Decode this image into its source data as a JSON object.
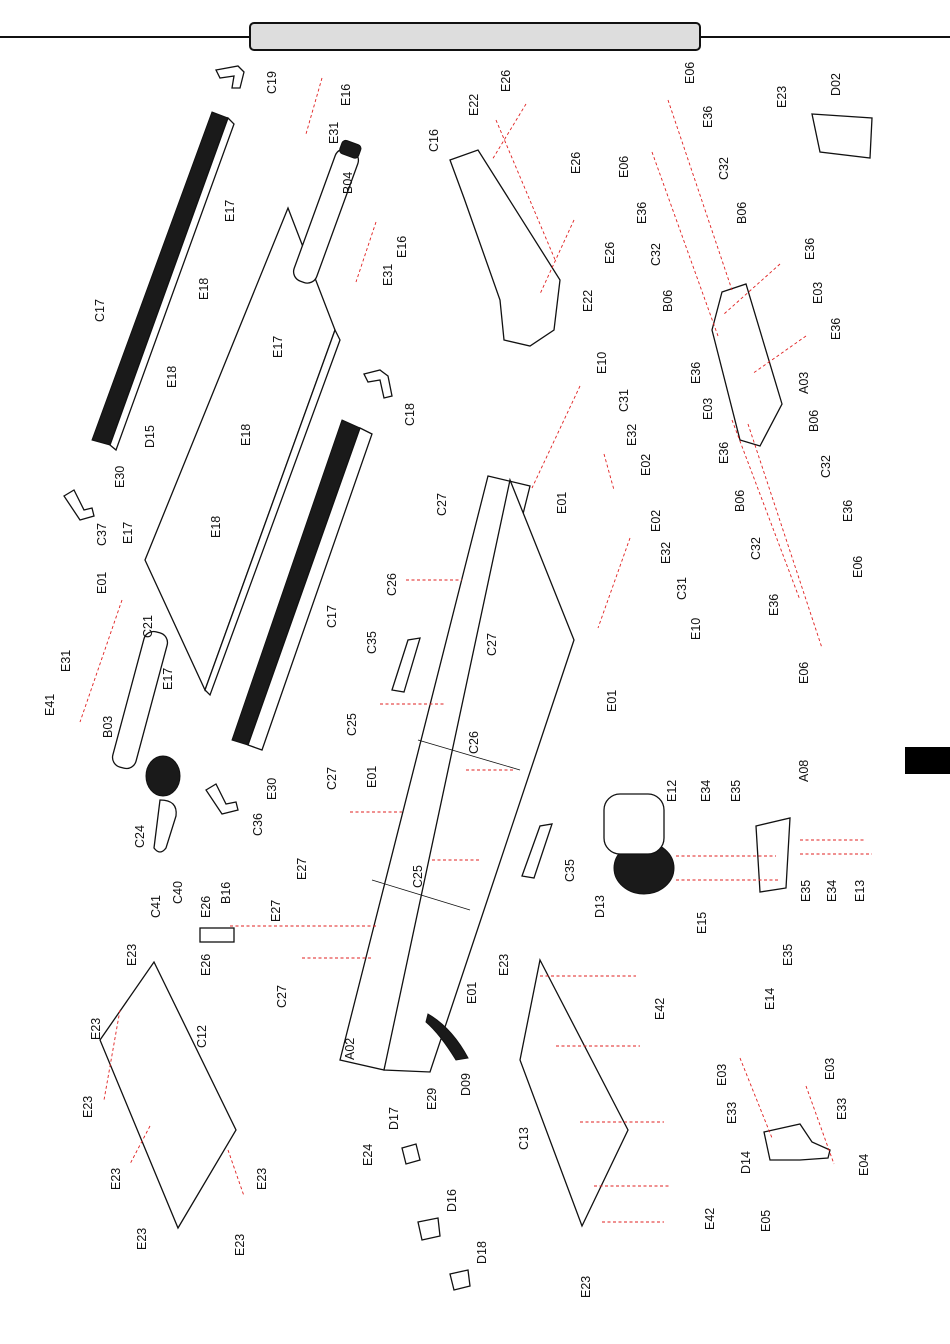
{
  "header": {
    "title": ""
  },
  "diagram": {
    "type": "exploded-parts-view"
  },
  "labels": {
    "C19": "C19",
    "E16a": "E16",
    "E31a": "E31",
    "B04": "B04",
    "E16b": "E16",
    "E31b": "E31",
    "C17a": "C17",
    "E17a": "E17",
    "E18a": "E18",
    "E17b": "E17",
    "E18b": "E18",
    "D15": "D15",
    "E18c": "E18",
    "E17c": "E17",
    "E18d": "E18",
    "C21": "C21",
    "E17d": "E17",
    "C37": "C37",
    "E30a": "E30",
    "C18": "C18",
    "C17b": "C17",
    "E01a": "E01",
    "E31c": "E31",
    "E41": "E41",
    "B03": "B03",
    "C24": "C24",
    "C36": "C36",
    "E30b": "E30",
    "C16": "C16",
    "E22a": "E22",
    "E26a": "E26",
    "E26b": "E26",
    "E26c": "E26",
    "E22b": "E22",
    "E06a": "E06",
    "E06b": "E06",
    "E36a": "E36",
    "E36b": "E36",
    "C32a": "C32",
    "C32b": "C32",
    "B06a": "B06",
    "B06b": "B06",
    "D02": "D02",
    "E23a": "E23",
    "E36c": "E36",
    "E03a": "E03",
    "E36d": "E36",
    "E36e": "E36",
    "A03": "A03",
    "E03b": "E03",
    "E36f": "E36",
    "B06c": "B06",
    "C32c": "C32",
    "B06d": "B06",
    "C32d": "C32",
    "E36g": "E36",
    "E06c": "E06",
    "E36h": "E36",
    "E06d": "E06",
    "E10a": "E10",
    "C31a": "C31",
    "E32a": "E32",
    "E02a": "E02",
    "E01b": "E01",
    "C27a": "C27",
    "E02b": "E02",
    "E32b": "E32",
    "C31b": "C31",
    "E10b": "E10",
    "C26a": "C26",
    "C35a": "C35",
    "C27b": "C27",
    "E01c": "E01",
    "C25a": "C25",
    "C26b": "C26",
    "C27c": "C27",
    "E01d": "E01",
    "C35b": "C35",
    "C25b": "C25",
    "E27a": "E27",
    "E27b": "E27",
    "C27d": "C27",
    "A02": "A02",
    "E01e": "E01",
    "D09": "D09",
    "E29": "E29",
    "E12": "E12",
    "E34a": "E34",
    "E35a": "E35",
    "A08": "A08",
    "D13": "D13",
    "E15": "E15",
    "E35b": "E35",
    "E34b": "E34",
    "E13": "E13",
    "E35c": "E35",
    "E14": "E14",
    "C41": "C41",
    "C40": "C40",
    "E26d": "E26",
    "B16": "B16",
    "E26e": "E26",
    "E23b": "E23",
    "C12": "C12",
    "E23c": "E23",
    "E23d": "E23",
    "E23e": "E23",
    "E23f": "E23",
    "E23g": "E23",
    "E23h": "E23",
    "E24": "E24",
    "D17": "D17",
    "D16": "D16",
    "D18": "D18",
    "E23i": "E23",
    "E42a": "E42",
    "C13": "C13",
    "E42b": "E42",
    "E23j": "E23",
    "E03c": "E03",
    "E33a": "E33",
    "E03d": "E03",
    "E33b": "E33",
    "D14": "D14",
    "E04": "E04",
    "E05": "E05"
  },
  "colors": {
    "line": "#111111",
    "leader": "#e02020",
    "page_tab": "#000000",
    "header_fill": "#dddddd"
  }
}
